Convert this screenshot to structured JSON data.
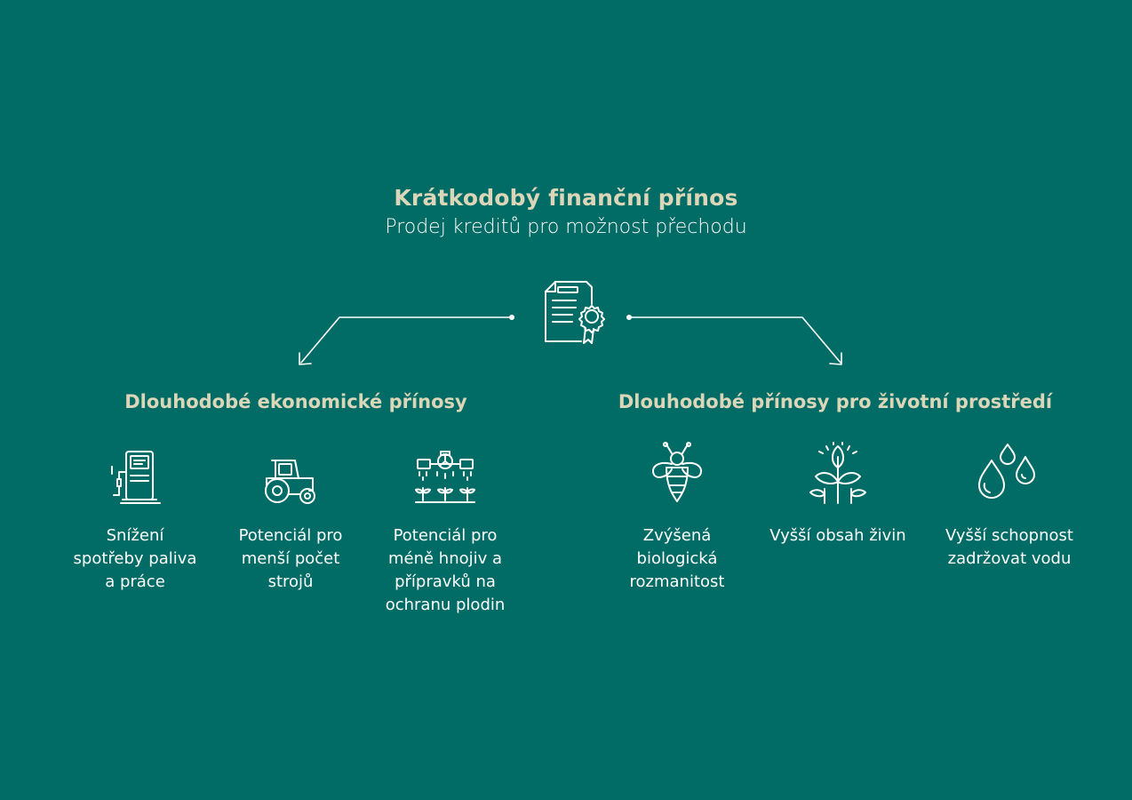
{
  "header": {
    "title": "Krátkodobý finanční přínos",
    "subtitle": "Prodej kreditů pro možnost přechodu"
  },
  "center_icon": "certificate-document-icon",
  "left_group": {
    "heading": "Dlouhodobé ekonomické přínosy",
    "items": [
      {
        "icon": "fuel-pump-icon",
        "label": "Snížení\nspotřeby paliva\na práce"
      },
      {
        "icon": "tractor-icon",
        "label": "Potenciál pro\nmenší počet\nstrojů"
      },
      {
        "icon": "crop-sprayer-icon",
        "label": "Potenciál pro\nméně hnojiv a\npřípravků na\nochranu plodin"
      }
    ]
  },
  "right_group": {
    "heading": "Dlouhodobé přínosy pro životní prostředí",
    "items": [
      {
        "icon": "bee-icon",
        "label": "Zvýšená\nbiologická\nrozmanitost"
      },
      {
        "icon": "plant-sprout-icon",
        "label": "Vyšší obsah živin"
      },
      {
        "icon": "water-drops-icon",
        "label": "Vyšší schopnost\nzadržovat vodu"
      }
    ]
  },
  "colors": {
    "background": "#016b65",
    "accent": "#dcd6b8",
    "text": "#ffffff"
  }
}
